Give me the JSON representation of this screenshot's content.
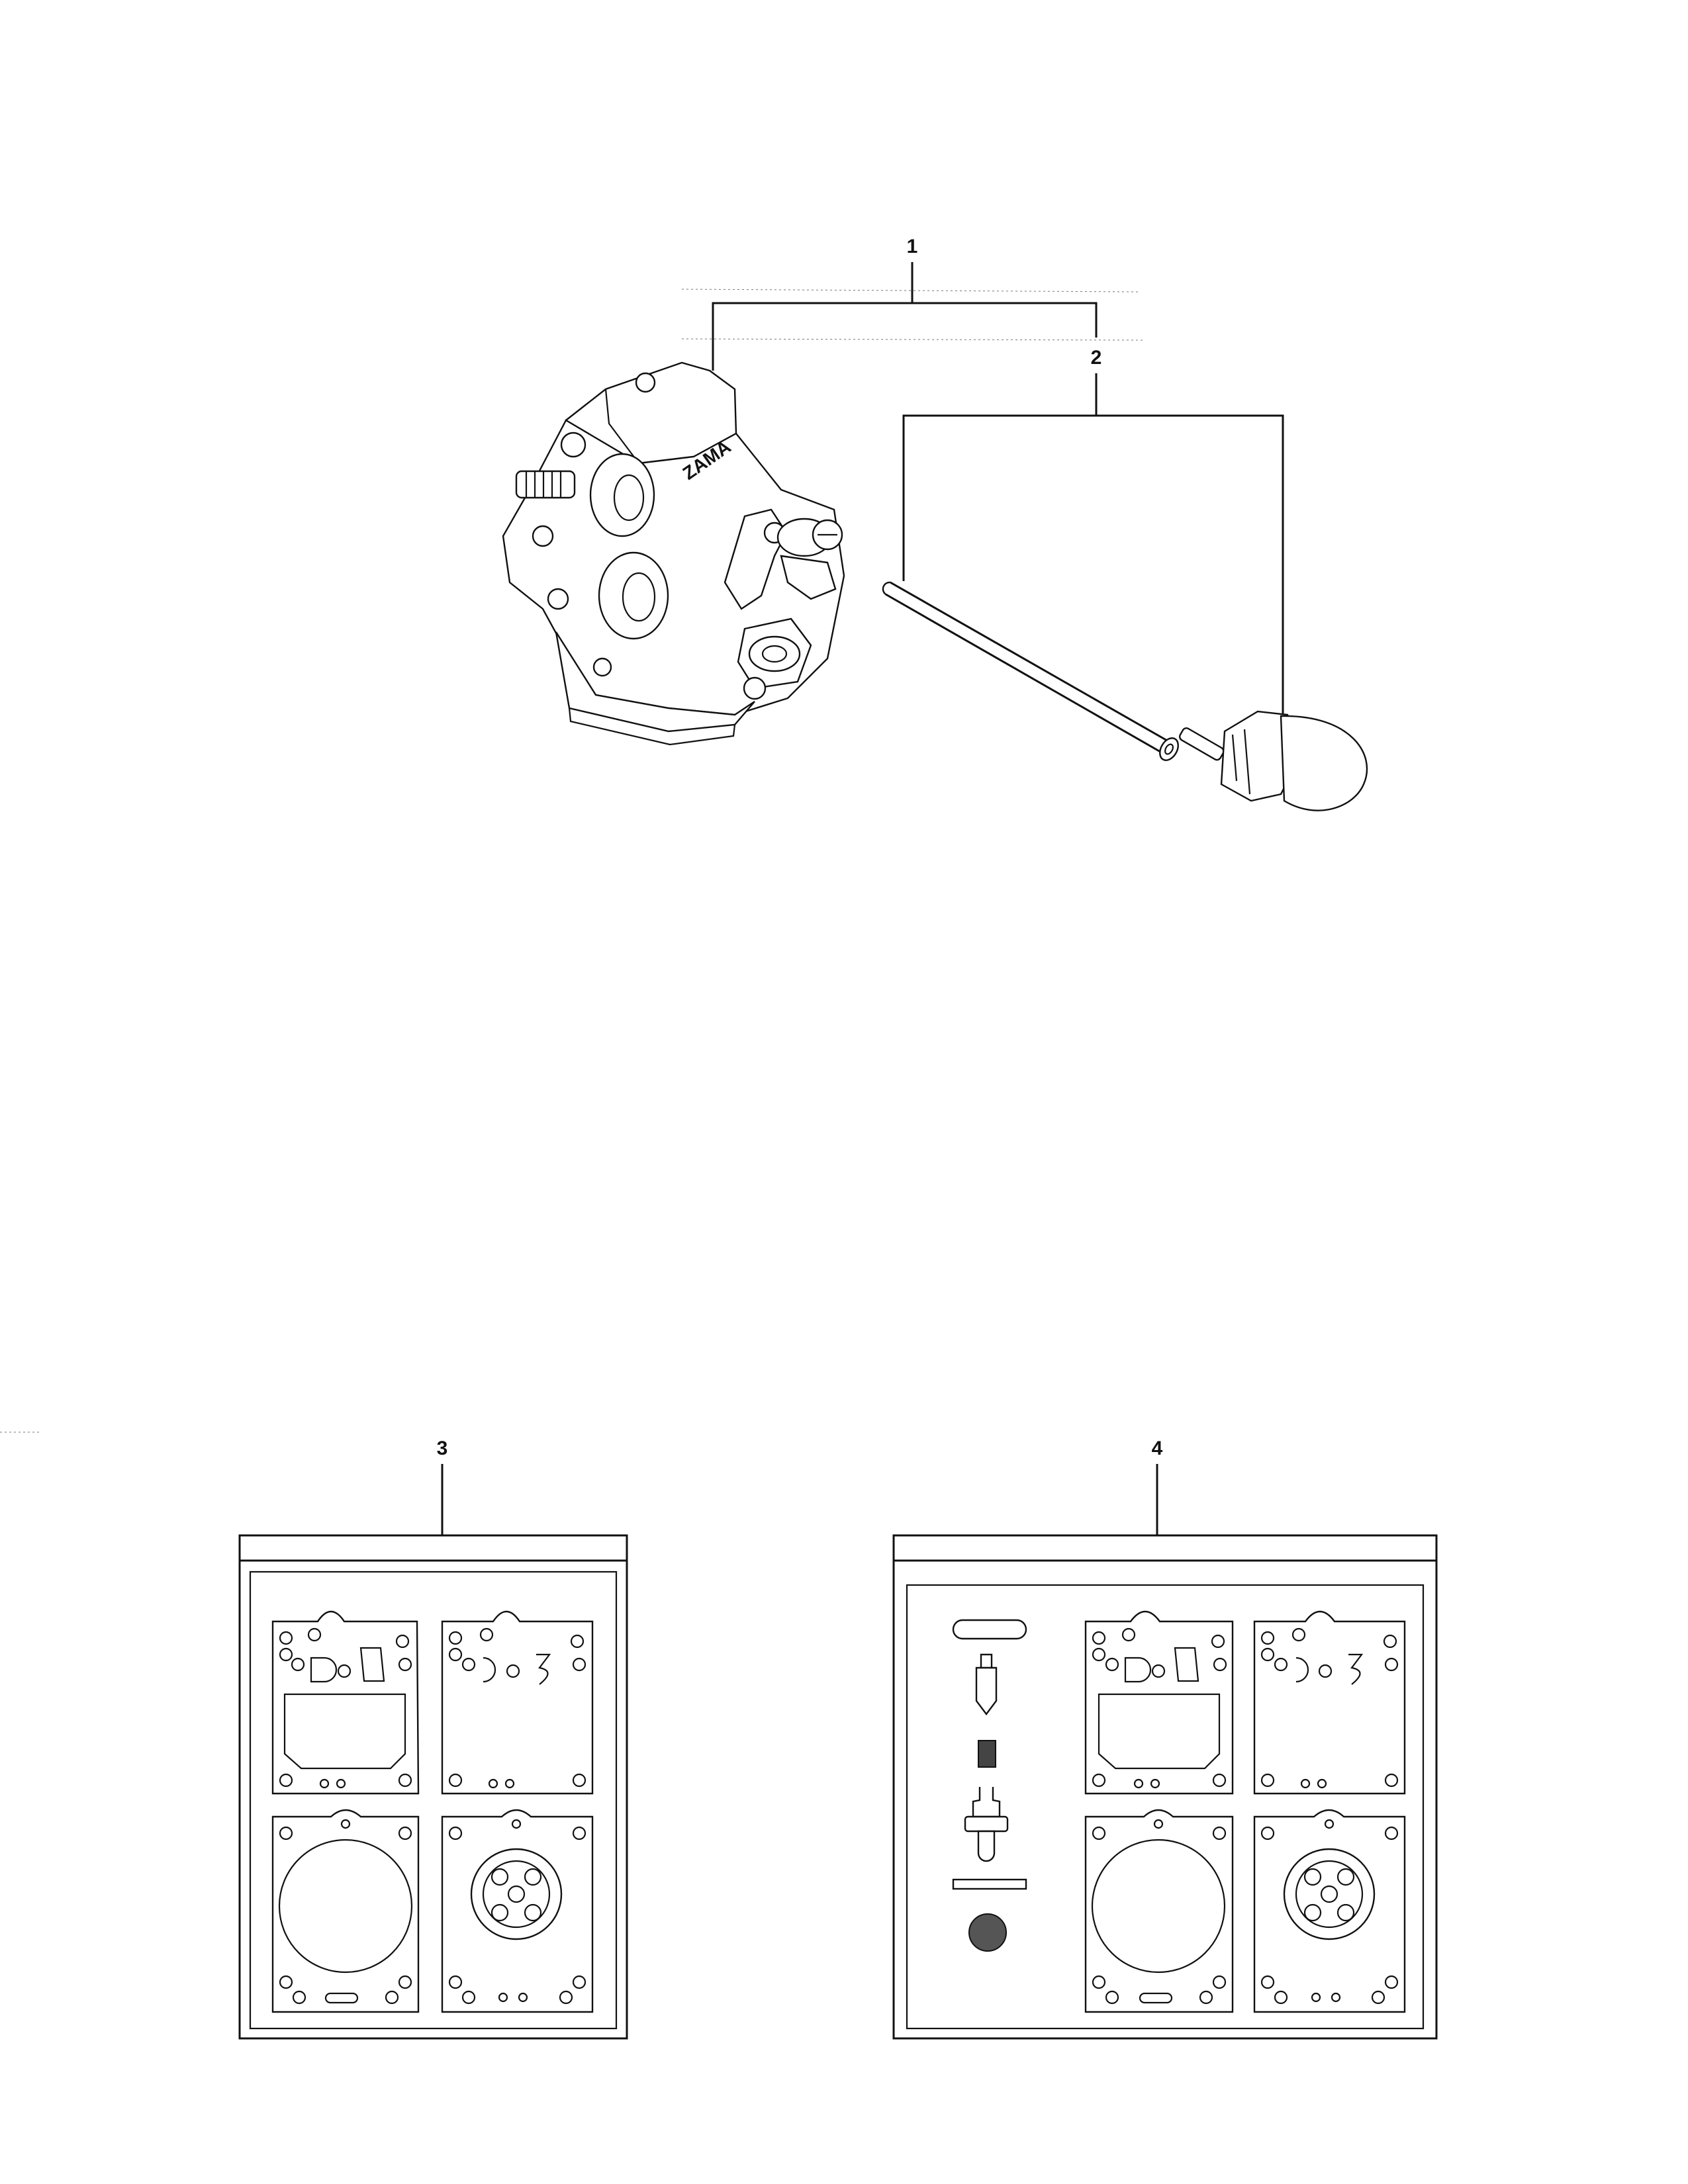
{
  "callouts": [
    {
      "id": "1",
      "label": "1"
    },
    {
      "id": "2",
      "label": "2"
    },
    {
      "id": "3",
      "label": "3"
    },
    {
      "id": "4",
      "label": "4"
    }
  ],
  "carburetor": {
    "brand_marking": "ZAMA"
  },
  "colors": {
    "ink": "#111111",
    "paper": "#ffffff"
  }
}
